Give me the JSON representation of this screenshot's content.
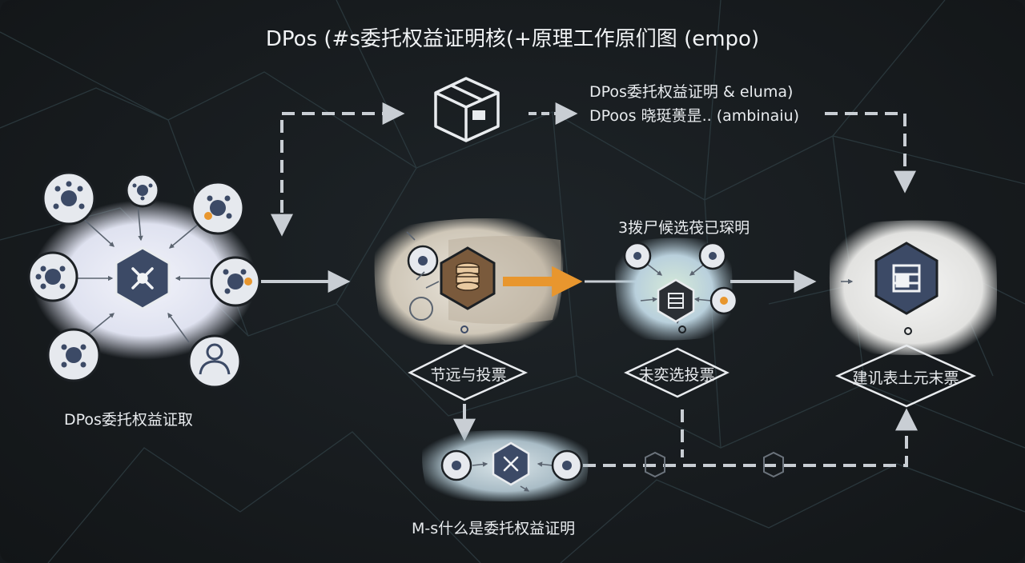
{
  "title": "DPos (#s委托权益证明核(+原理工作原们图 (empo)",
  "notes": {
    "line1": "DPos委托权益证明 & eluma)",
    "line2": "DPoos  晓珽蒉昰.. (ambinaiu)"
  },
  "labels": {
    "delegation": "DPos委托权益证取",
    "candidates": "3拨尸候选茷已琛明",
    "vote_left": "节远与投票",
    "vote_middle": "未奕选投票",
    "vote_right": "建讥表土元末票",
    "bottom": "M-s什么是委托权益证明"
  },
  "colors": {
    "background": "#15191c",
    "accent": "#e8962e",
    "hub": "#3c4a66",
    "node": "#e6e9ee",
    "line": "#c9ced4"
  },
  "icons": [
    "block-box-icon",
    "user-node-icon",
    "network-hub-icon",
    "database-icon",
    "server-icon",
    "person-icon"
  ]
}
